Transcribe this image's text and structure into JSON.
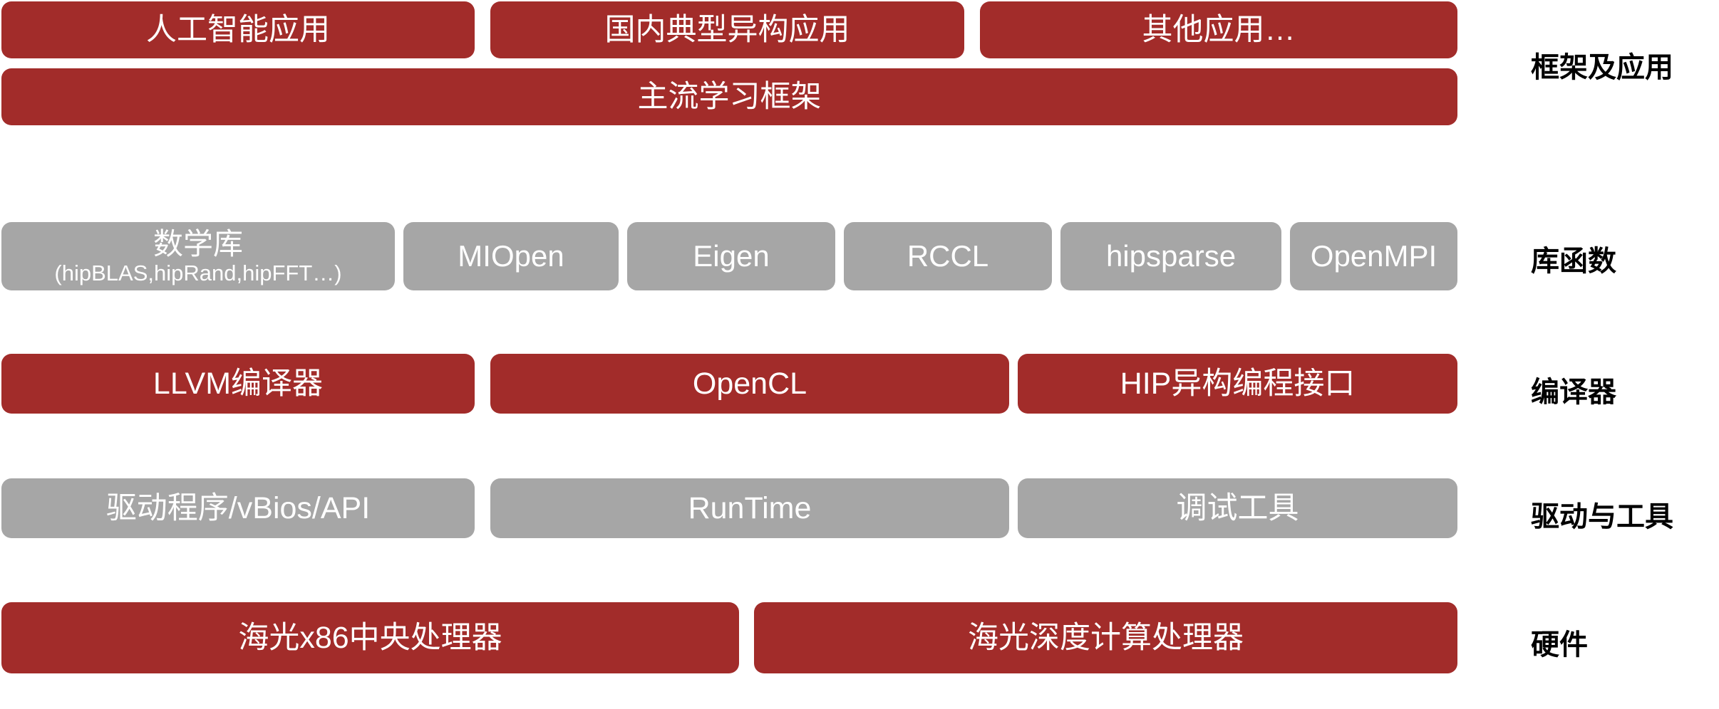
{
  "diagram": {
    "type": "layered-stack",
    "title": "",
    "colors": {
      "red": "#a22c2a",
      "gray": "#a6a6a6",
      "text_on_box": "#ffffff",
      "side_label": "#000000",
      "background": "#ffffff"
    },
    "side_labels": [
      {
        "text": "框架及应用"
      },
      {
        "text": "库函数"
      },
      {
        "text": "编译器"
      },
      {
        "text": "驱动与工具"
      },
      {
        "text": "硬件"
      }
    ],
    "layers": [
      {
        "id": "apps",
        "side_label": "框架及应用",
        "color": "red",
        "boxes": [
          {
            "main": "人工智能应用",
            "sub": ""
          },
          {
            "main": "国内典型异构应用",
            "sub": ""
          },
          {
            "main": "其他应用…",
            "sub": ""
          }
        ]
      },
      {
        "id": "framework",
        "side_label": "",
        "color": "red",
        "boxes": [
          {
            "main": "主流学习框架",
            "sub": ""
          }
        ]
      },
      {
        "id": "library",
        "side_label": "库函数",
        "color": "gray",
        "boxes": [
          {
            "main": "数学库",
            "sub": "(hipBLAS,hipRand,hipFFT…)"
          },
          {
            "main": "MIOpen",
            "sub": ""
          },
          {
            "main": "Eigen",
            "sub": ""
          },
          {
            "main": "RCCL",
            "sub": ""
          },
          {
            "main": "hipsparse",
            "sub": ""
          },
          {
            "main": "OpenMPI",
            "sub": ""
          }
        ]
      },
      {
        "id": "compiler",
        "side_label": "编译器",
        "color": "red",
        "boxes": [
          {
            "main": "LLVM编译器",
            "sub": ""
          },
          {
            "main": "OpenCL",
            "sub": ""
          },
          {
            "main": "HIP异构编程接口",
            "sub": ""
          }
        ]
      },
      {
        "id": "driver",
        "side_label": "驱动与工具",
        "color": "gray",
        "boxes": [
          {
            "main": "驱动程序/vBios/API",
            "sub": ""
          },
          {
            "main": "RunTime",
            "sub": ""
          },
          {
            "main": "调试工具",
            "sub": ""
          }
        ]
      },
      {
        "id": "hardware",
        "side_label": "硬件",
        "color": "red",
        "boxes": [
          {
            "main": "海光x86中央处理器",
            "sub": ""
          },
          {
            "main": "海光深度计算处理器",
            "sub": ""
          }
        ]
      }
    ]
  }
}
